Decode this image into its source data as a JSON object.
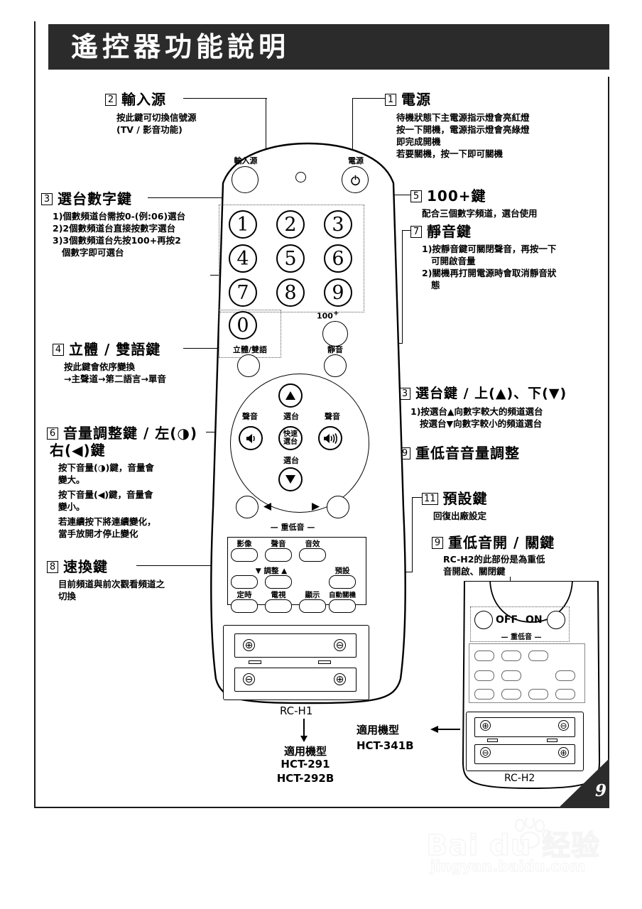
{
  "page": {
    "title": "遙控器功能說明",
    "number": "9"
  },
  "callouts": [
    {
      "id": "2",
      "num": "2",
      "title": "輸入源",
      "lines": [
        "按此鍵可切換信號源",
        "(TV / 影音功能)"
      ]
    },
    {
      "id": "1",
      "num": "1",
      "title": "電源",
      "lines": [
        "待機狀態下主電源指示燈會亮紅燈",
        "按一下開機，電源指示燈會亮綠燈",
        "即完成開機",
        "若要關機，按一下即可關機"
      ]
    },
    {
      "id": "3a",
      "num": "3",
      "title": "選台數字鍵",
      "lines": [
        "1)個數頻道台需按0-(例:06)選台",
        "2)2個數頻道台直接按數字選台",
        "3)3個數頻道台先按100+再按2",
        "   個數字即可選台"
      ]
    },
    {
      "id": "5",
      "num": "5",
      "title": "100+鍵",
      "lines": [
        "配合三個數字頻道，選台使用"
      ]
    },
    {
      "id": "7",
      "num": "7",
      "title": "靜音鍵",
      "lines": [
        "1)按靜音鍵可關閉聲音，再按一下",
        "   可開啟音量",
        "2)關機再打開電源時會取消靜音狀",
        "   態"
      ]
    },
    {
      "id": "4",
      "num": "4",
      "title": "立體 / 雙語鍵",
      "lines": [
        "按此鍵會依序變換",
        "→主聲道→第二語言→單音"
      ]
    },
    {
      "id": "3b",
      "num": "3",
      "title": "選台鍵 / 上(▲)、下(▼)",
      "lines": [
        "1)按選台▲向數字較大的頻道選台",
        "   按選台▼向數字較小的頻道選台"
      ]
    },
    {
      "id": "6",
      "num": "6",
      "title": "音量調整鍵 / 左(◑)",
      "title2": "右(◀)鍵",
      "lines": [
        "按下音量(◑)鍵，音量會",
        "變大。",
        "按下音量(◀)鍵，音量會",
        "變小。",
        "若連續按下將連續變化，",
        "當手放開才停止變化"
      ]
    },
    {
      "id": "9a",
      "num": "9",
      "title": "重低音音量調整",
      "lines": []
    },
    {
      "id": "11",
      "num": "11",
      "title": "預設鍵",
      "lines": [
        "回復出廠設定"
      ]
    },
    {
      "id": "9b",
      "num": "9",
      "title": "重低音開 / 關鍵",
      "lines": [
        "RC-H2的此部份是為重低",
        "音開啟、關閉鍵"
      ]
    },
    {
      "id": "8",
      "num": "8",
      "title": "速換鍵",
      "lines": [
        "目前頻道與前次觀看頻道之",
        "切換"
      ]
    }
  ],
  "remote_h1": {
    "model": "RC-H1",
    "top_buttons": {
      "input_label": "輸入源",
      "power_label": "電源",
      "power_icon": "power-symbol"
    },
    "numeric_keys": [
      "1",
      "2",
      "3",
      "4",
      "5",
      "6",
      "7",
      "8",
      "9",
      "0"
    ],
    "hundred_label": "100",
    "hundred_sup": "+",
    "stereo_label": "立體/雙語",
    "mute_label": "靜音",
    "nav": {
      "up_label": "選台",
      "down_label": "選台",
      "left_label": "聲音",
      "right_label": "聲音",
      "center_label_line1": "快速",
      "center_label_line2": "選台",
      "up_icon": "triangle-up-icon",
      "down_icon": "triangle-down-icon",
      "left_icon": "volume-down-icon",
      "right_icon": "volume-up-icon"
    },
    "bass": {
      "label": "重低音",
      "left_icon": "triangle-left-icon",
      "right_icon": "triangle-right-icon"
    },
    "function_keys": [
      {
        "label": "影像"
      },
      {
        "label": "聲音"
      },
      {
        "label": "音效"
      },
      {
        "label": "▼ 調整 ▲"
      },
      {
        "label": "預設"
      },
      {
        "label": "定時"
      },
      {
        "label": "電視"
      },
      {
        "label": "顯示"
      },
      {
        "label": "自動關機"
      }
    ],
    "battery": {
      "plus": "⊕",
      "minus": "⊖"
    }
  },
  "remote_h2": {
    "model": "RC-H2",
    "bass_off": "OFF",
    "bass_on": "ON",
    "bass_label": "重低音"
  },
  "applicable": {
    "h1_label": "適用機型",
    "h1_models": "HCT-291\nHCT-292B",
    "h2_label": "適用機型",
    "h2_model": "HCT-341B"
  },
  "watermark": {
    "main": "Bai  du 经验",
    "sub": "jingyan.baidu.com"
  }
}
